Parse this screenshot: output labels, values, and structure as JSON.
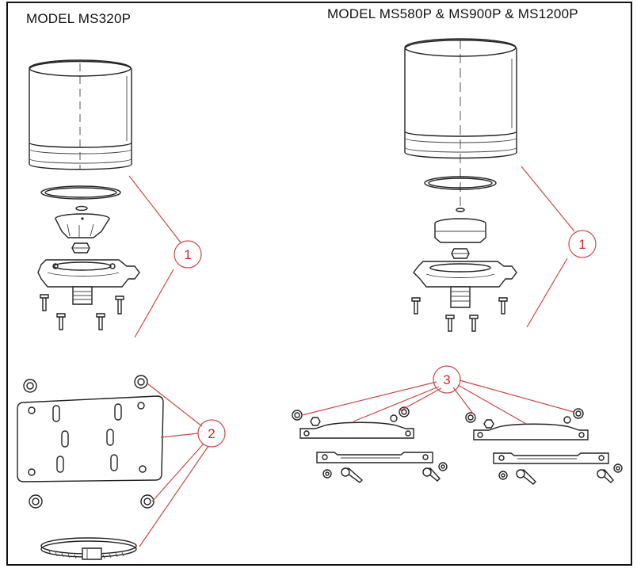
{
  "titles": {
    "left": "MODEL MS320P",
    "right": "MODEL MS580P & MS900P & MS1200P"
  },
  "callouts": {
    "one_left": "1",
    "one_right": "1",
    "two": "2",
    "three": "3"
  },
  "colors": {
    "callout": "#cc2a2a",
    "line": "#222222"
  }
}
